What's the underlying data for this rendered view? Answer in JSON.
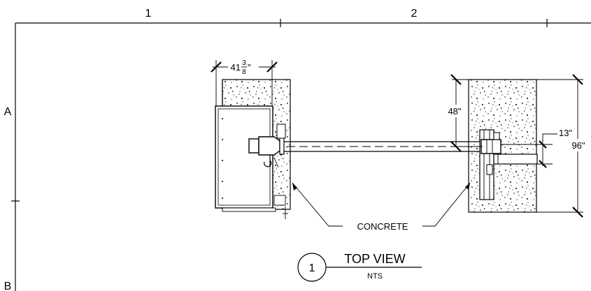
{
  "grid": {
    "columns": [
      "1",
      "2"
    ],
    "rows": [
      "A",
      "B"
    ]
  },
  "dimensions": {
    "width_whole": "41",
    "width_num": "3",
    "width_den": "8",
    "width_inch": "\"",
    "depth_left": "48\"",
    "depth_small": "13\"",
    "depth_total": "96\""
  },
  "annotations": {
    "concrete": "CONCRETE"
  },
  "title_block": {
    "number": "1",
    "title": "TOP VIEW",
    "scale": "NTS"
  }
}
